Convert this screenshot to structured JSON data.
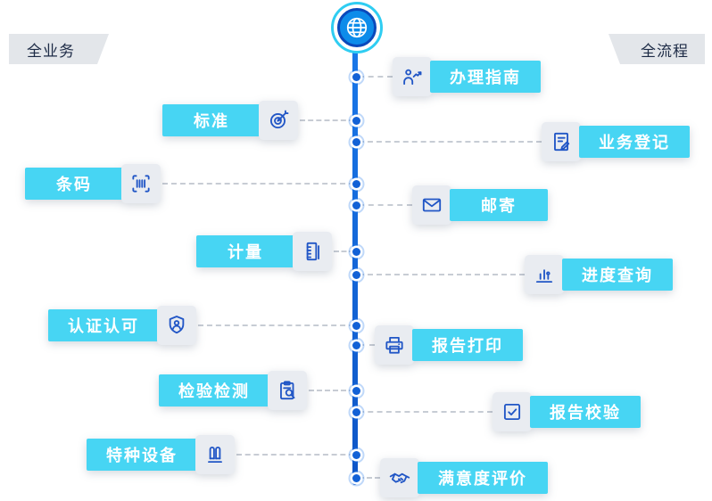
{
  "banner": {
    "left": "全业务",
    "right": "全流程"
  },
  "items": [
    {
      "label": "办理指南",
      "side": "right",
      "icon": "guide-icon"
    },
    {
      "label": "标准",
      "side": "left",
      "icon": "target-icon"
    },
    {
      "label": "业务登记",
      "side": "right",
      "icon": "register-icon"
    },
    {
      "label": "条码",
      "side": "left",
      "icon": "barcode-icon"
    },
    {
      "label": "邮寄",
      "side": "right",
      "icon": "mail-icon"
    },
    {
      "label": "计量",
      "side": "left",
      "icon": "measure-icon"
    },
    {
      "label": "进度查询",
      "side": "right",
      "icon": "progress-icon"
    },
    {
      "label": "认证认可",
      "side": "left",
      "icon": "certification-icon"
    },
    {
      "label": "报告打印",
      "side": "right",
      "icon": "printer-icon"
    },
    {
      "label": "检验检测",
      "side": "left",
      "icon": "inspection-icon"
    },
    {
      "label": "报告校验",
      "side": "right",
      "icon": "verify-icon"
    },
    {
      "label": "特种设备",
      "side": "left",
      "icon": "equipment-icon"
    },
    {
      "label": "满意度评价",
      "side": "right",
      "icon": "satisfaction-icon"
    }
  ],
  "colors": {
    "accent_cyan": "#47D5F3",
    "line_blue": "#1261D6",
    "icon_blue": "#2156C6",
    "icon_box_bg": "#E9ECF1",
    "banner_bg": "#E3E6EA",
    "connector_gray": "#C7CCD4"
  }
}
